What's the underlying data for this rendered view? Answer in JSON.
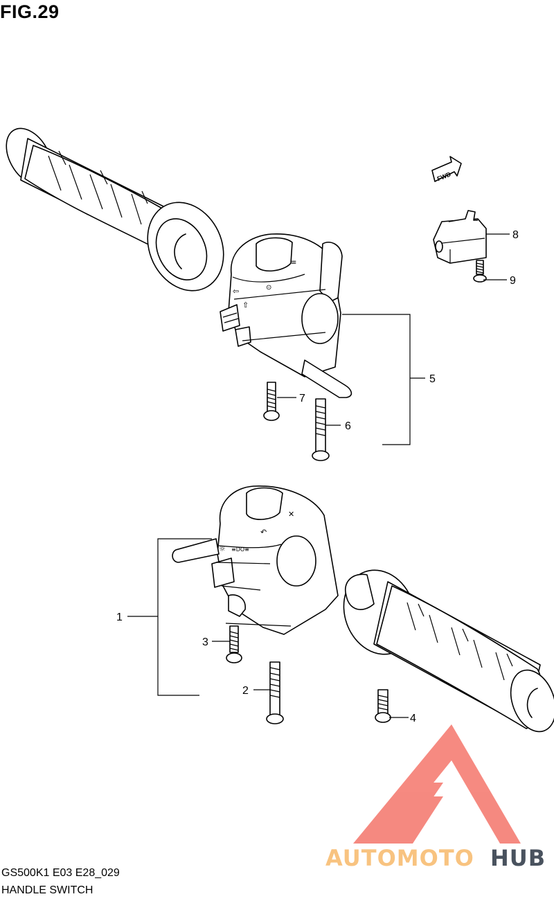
{
  "figure": {
    "title": "FIG.29"
  },
  "fwd_label": "FWD",
  "callouts": [
    {
      "id": "1",
      "label": "1"
    },
    {
      "id": "2",
      "label": "2"
    },
    {
      "id": "3",
      "label": "3"
    },
    {
      "id": "4",
      "label": "4"
    },
    {
      "id": "5",
      "label": "5"
    },
    {
      "id": "6",
      "label": "6"
    },
    {
      "id": "7",
      "label": "7"
    },
    {
      "id": "8",
      "label": "8"
    },
    {
      "id": "9",
      "label": "9"
    }
  ],
  "footer": {
    "code": "GS500K1 E03 E28_029",
    "name": "HANDLE SWITCH"
  },
  "watermark": {
    "text_a": "AUTOMOTO",
    "text_b": "HUB",
    "color_a": "#f7b96a",
    "color_b": "#2a3543",
    "logo_color": "#f4756b"
  }
}
